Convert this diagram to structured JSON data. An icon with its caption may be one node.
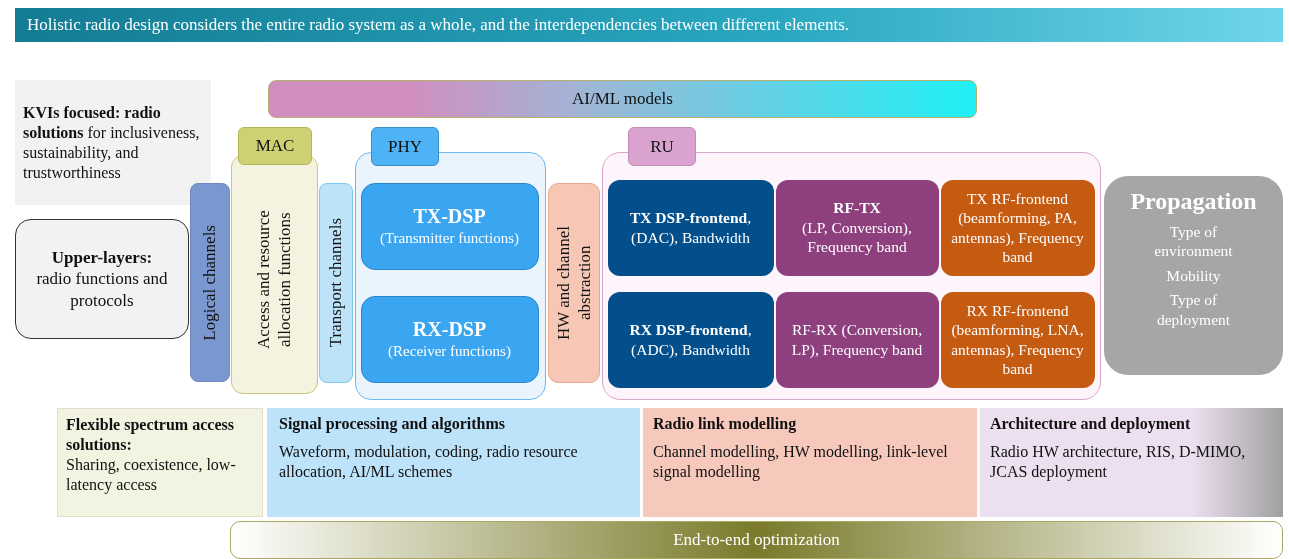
{
  "diagram": {
    "title": "Holistic radio design considers the entire radio system as a whole, and the interdependencies between different elements.",
    "nodes": [
      {
        "text": [
          "**KVIs focused: radio solutions** for inclusiveness, sustainability, and trustworthiness"
        ]
      },
      {
        "text": [
          "AI/ML models"
        ]
      },
      {
        "text": [
          "Upper-layers:",
          "radio functions and protocols"
        ]
      },
      {
        "text": [
          "Logical channels"
        ]
      },
      {
        "text": [
          "MAC",
          "Access and resource allocation functions"
        ]
      },
      {
        "text": [
          "Transport channels"
        ]
      },
      {
        "text": [
          "PHY"
        ]
      },
      {
        "text": [
          "TX-DSP",
          "(Transmitter functions)"
        ],
        "in": 6
      },
      {
        "text": [
          "RX-DSP",
          "(Receiver functions)"
        ],
        "in": 6
      },
      {
        "text": [
          "HW and channel abstraction"
        ]
      },
      {
        "text": [
          "RU"
        ]
      },
      {
        "text": [
          "**TX DSP-frontend**, (DAC), Bandwidth"
        ],
        "in": 10
      },
      {
        "text": [
          "RF-TX",
          "(LP, Conversion), Frequency band"
        ],
        "in": 10
      },
      {
        "text": [
          "TX RF-frontend (beamforming, PA, antennas), Frequency band"
        ],
        "in": 10
      },
      {
        "text": [
          "Propagation",
          "Type of environment",
          "Mobility",
          "Type of deployment"
        ]
      },
      {
        "text": [
          "**RX DSP-frontend**, (ADC), Bandwidth"
        ],
        "in": 10
      },
      {
        "text": [
          "RF-RX (Conversion, LP), Frequency band"
        ],
        "in": 10
      },
      {
        "text": [
          "RX RF-frontend (beamforming, LNA, antennas), Frequency band"
        ],
        "in": 10
      },
      {
        "text": [
          "Flexible spectrum access solutions:",
          "Sharing, coexistence, low-latency access"
        ]
      },
      {
        "text": [
          "Signal processing and algorithms",
          "Waveform, modulation, coding, radio resource allocation, AI/ML schemes"
        ]
      },
      {
        "text": [
          "Radio link modelling",
          "Channel modelling, HW modelling, link-level signal modelling"
        ]
      },
      {
        "text": [
          "Architecture and deployment",
          "Radio HW architecture, RIS, D-MIMO, JCAS deployment"
        ]
      },
      {
        "text": [
          "End-to-end optimization"
        ]
      }
    ]
  }
}
